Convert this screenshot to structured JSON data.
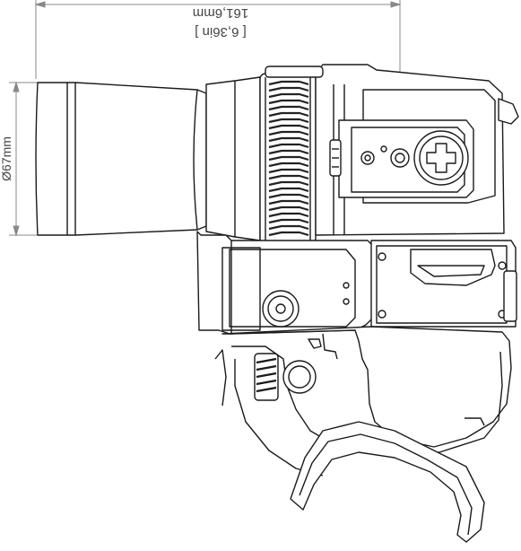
{
  "dimensions": {
    "length_mm": "161,6mm",
    "length_in": "[ 6,36in ]",
    "diameter": "Ø67mm"
  },
  "colors": {
    "stroke": "#1a1a1a",
    "dim": "#888888",
    "fill": "#ffffff",
    "dark": "#222222"
  }
}
